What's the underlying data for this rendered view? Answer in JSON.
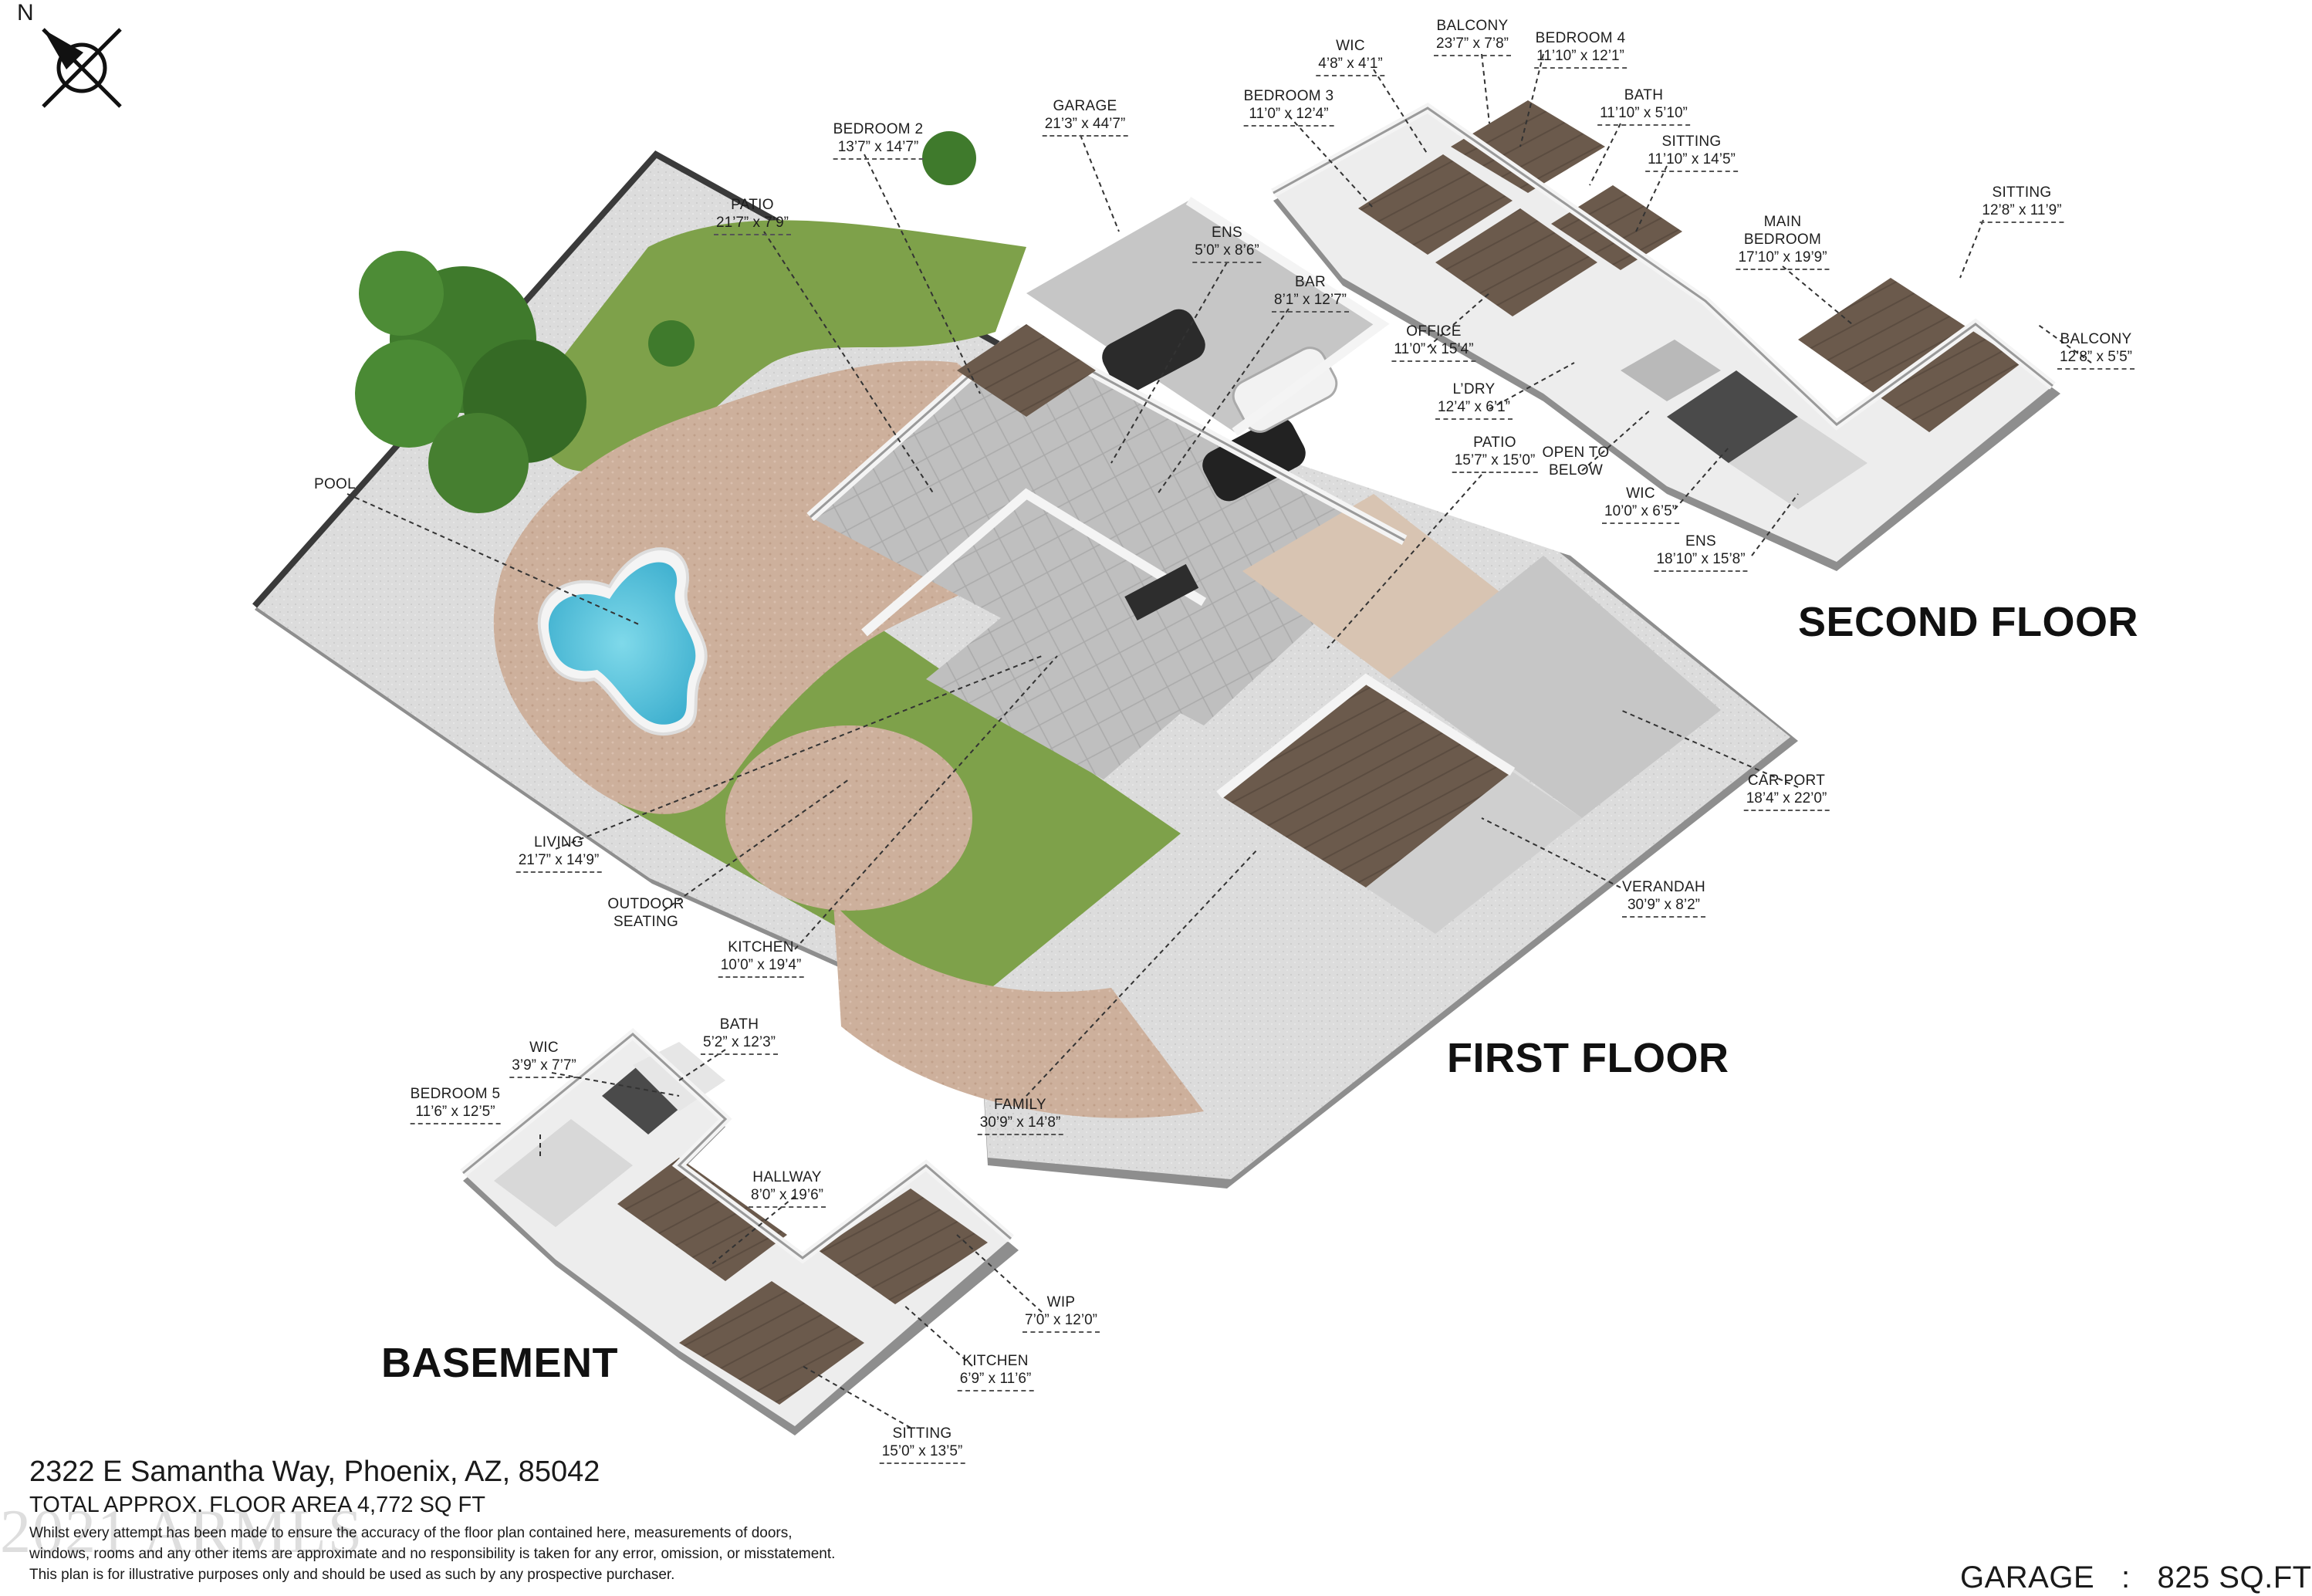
{
  "compass": {
    "north_letter": "N",
    "icon": "compass-north-icon"
  },
  "floors": {
    "second": "SECOND FLOOR",
    "first": "FIRST FLOOR",
    "basement": "BASEMENT"
  },
  "rooms": {
    "second_floor": [
      {
        "name": "WIC",
        "dims": "4’8” x 4’1”"
      },
      {
        "name": "BALCONY",
        "dims": "23’7” x 7’8”"
      },
      {
        "name": "BEDROOM 4",
        "dims": "11’10” x 12’1”"
      },
      {
        "name": "BEDROOM 3",
        "dims": "11’0” x 12’4”"
      },
      {
        "name": "BATH",
        "dims": "11’10” x 5’10”"
      },
      {
        "name": "SITTING",
        "dims": "11’10” x 14’5”"
      },
      {
        "name": "SITTING",
        "dims": "12’8” x 11’9”"
      },
      {
        "name": "MAIN\nBEDROOM",
        "dims": "17’10” x 19’9”"
      },
      {
        "name": "BALCONY",
        "dims": "12’8” x 5’5”"
      },
      {
        "name": "OFFICE",
        "dims": "11’0” x 15’4”"
      },
      {
        "name": "L’DRY",
        "dims": "12’4” x 6’1”"
      },
      {
        "name": "OPEN TO\nBELOW",
        "dims": ""
      },
      {
        "name": "WIC",
        "dims": "10’0” x 6’5”"
      },
      {
        "name": "ENS",
        "dims": "18’10” x 15’8”"
      }
    ],
    "first_floor": [
      {
        "name": "BEDROOM 2",
        "dims": "13’7” x 14’7”"
      },
      {
        "name": "GARAGE",
        "dims": "21’3” x 44’7”"
      },
      {
        "name": "PATIO",
        "dims": "21’7” x 7’9”"
      },
      {
        "name": "ENS",
        "dims": "5’0” x 8’6”"
      },
      {
        "name": "BAR",
        "dims": "8’1” x 12’7”"
      },
      {
        "name": "POOL",
        "dims": ""
      },
      {
        "name": "PATIO",
        "dims": "15’7” x 15’0”"
      },
      {
        "name": "CAR PORT",
        "dims": "18’4” x 22’0”"
      },
      {
        "name": "LIVING",
        "dims": "21’7” x 14’9”"
      },
      {
        "name": "OUTDOOR\nSEATING",
        "dims": ""
      },
      {
        "name": "KITCHEN",
        "dims": "10’0” x 19’4”"
      },
      {
        "name": "VERANDAH",
        "dims": "30’9” x 8’2”"
      },
      {
        "name": "FAMILY",
        "dims": "30’9” x 14’8”"
      }
    ],
    "basement": [
      {
        "name": "WIC",
        "dims": "3’9” x 7’7”"
      },
      {
        "name": "BATH",
        "dims": "5’2” x 12’3”"
      },
      {
        "name": "BEDROOM 5",
        "dims": "11’6” x 12’5”"
      },
      {
        "name": "HALLWAY",
        "dims": "8’0” x 19’6”"
      },
      {
        "name": "WIP",
        "dims": "7’0” x 12’0”"
      },
      {
        "name": "KITCHEN",
        "dims": "6’9” x 11’6”"
      },
      {
        "name": "SITTING",
        "dims": "15’0” x 13’5”"
      }
    ]
  },
  "footer": {
    "address": "2322 E Samantha Way, Phoenix, AZ, 85042",
    "total_area": "TOTAL APPROX. FLOOR AREA 4,772 SQ FT",
    "disclaimer": [
      "Whilst every attempt has been made to ensure the accuracy of the floor plan contained here, measurements of doors,",
      "windows, rooms and any other items are approximate and no responsibility is taken for any error, omission, or misstatement.",
      "This plan is for illustrative purposes only and should be used as such by any prospective purchaser."
    ],
    "garage_area": "GARAGE   :   825 SQ.FT",
    "watermark": "2021 ARMLS"
  },
  "colors": {
    "wall": "#f2f2f2",
    "wall_shadow": "#9a9a9a",
    "floor_wood": "#6b5a4c",
    "floor_tile": "#bdbdbd",
    "paving": "#c9aa96",
    "lawn": "#7ea14a",
    "gravel": "#d9d9d9",
    "pool": "#5ec6dc",
    "tree": "#3f7a2c"
  }
}
